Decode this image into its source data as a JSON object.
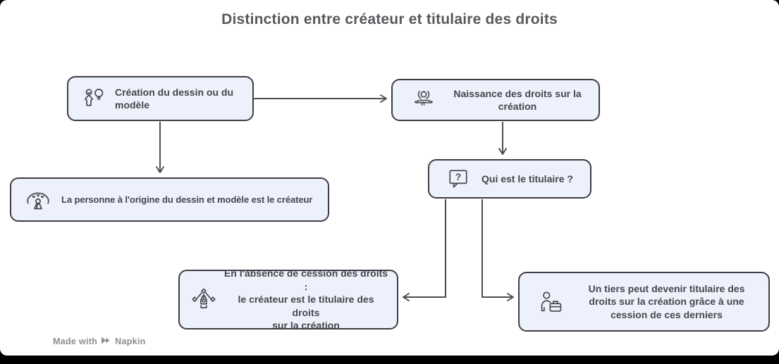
{
  "title": "Distinction entre créateur et titulaire des droits",
  "colors": {
    "canvas": "#ffffff",
    "page_background": "#000000",
    "node_fill": "#edf1fc",
    "node_border": "#3d3d43",
    "node_text": "#46464b",
    "arrow": "#4d4d52",
    "title_text": "#58585d",
    "watermark_text": "#8d8d91"
  },
  "nodes": [
    {
      "id": "creation",
      "icon": "person-idea-icon",
      "label": "Création du dessin ou du\nmodèle"
    },
    {
      "id": "naissance",
      "icon": "birth-hands-icon",
      "label": "Naissance des droits sur la\ncréation"
    },
    {
      "id": "createur",
      "icon": "person-spotlight-icon",
      "label": "La personne à l'origine du dessin et modèle est le créateur"
    },
    {
      "id": "titulaire",
      "icon": "question-bubble-icon",
      "label": "Qui est le titulaire ?"
    },
    {
      "id": "absence",
      "icon": "pen-nib-icon",
      "label": "En l'absence de cession des droits :\nle créateur est le titulaire des droits\nsur la création"
    },
    {
      "id": "tiers",
      "icon": "person-briefcase-icon",
      "label": "Un tiers peut devenir titulaire des\ndroits sur la création grâce à une\ncession de ces derniers"
    }
  ],
  "edges": [
    {
      "from": "creation",
      "to": "naissance"
    },
    {
      "from": "creation",
      "to": "createur"
    },
    {
      "from": "naissance",
      "to": "titulaire"
    },
    {
      "from": "titulaire",
      "to": "absence"
    },
    {
      "from": "titulaire",
      "to": "tiers"
    }
  ],
  "watermark": {
    "prefix": "Made with",
    "brand": "Napkin"
  }
}
